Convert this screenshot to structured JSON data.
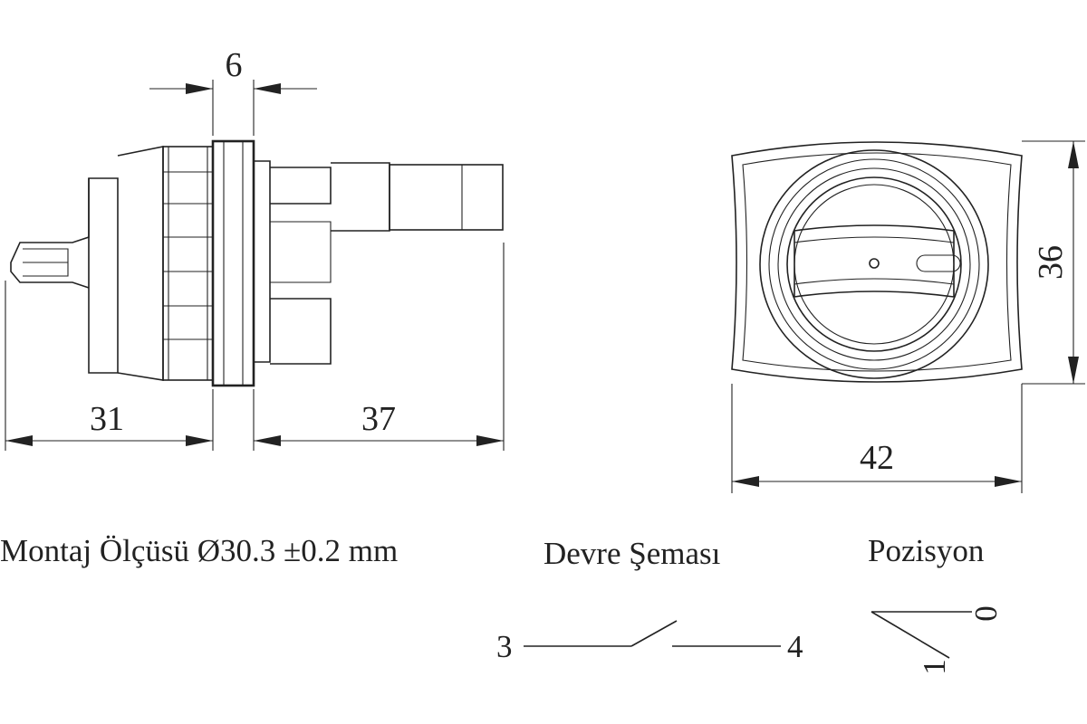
{
  "dimensions": {
    "flange_thickness": "6",
    "rear_length": "31",
    "front_length": "37",
    "front_height": "36",
    "front_width": "42"
  },
  "captions": {
    "mounting": "Montaj Ölçüsü Ø30.3 ±0.2 mm",
    "circuit": "Devre Şeması",
    "position": "Pozisyon"
  },
  "circuit": {
    "terminal_left": "3",
    "terminal_right": "4"
  },
  "positions": {
    "pos_0": "0",
    "pos_1": "1"
  }
}
